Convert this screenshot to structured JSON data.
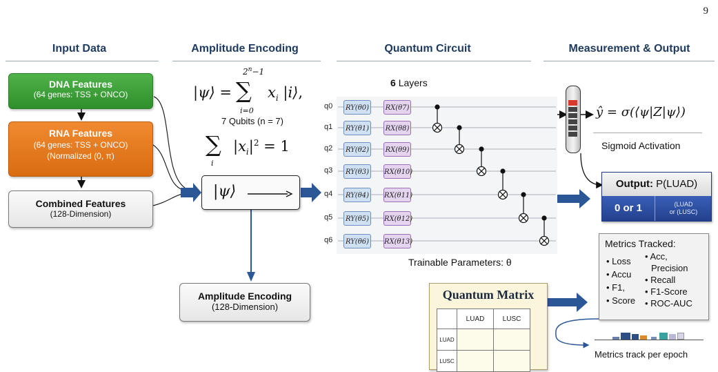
{
  "page_number": "9",
  "sections": {
    "input": "Input Data",
    "encoding": "Amplitude Encoding",
    "circuit": "Quantum Circuit",
    "measurement": "Measurement & Output"
  },
  "inputs": {
    "dna": {
      "title": "DNA Features",
      "sub": "(64 genes: TSS + ONCO)"
    },
    "rna": {
      "title": "RNA Features",
      "sub": "(64 genes: TSS + ONCO)",
      "sub2": "(Normalized (0, π)"
    },
    "combined": {
      "title": "Combined Features",
      "sub": "(128-Dimension)"
    }
  },
  "encoding": {
    "qubits_label": "7 Qubits (n = 7)",
    "state_label": "|ψ⟩",
    "output_box": {
      "title": "Amplitude Encoding",
      "sub": "(128-Dimension)"
    }
  },
  "circuit": {
    "layers_count": "6",
    "layers_word": "Layers",
    "qubits": [
      "q0",
      "q1",
      "q2",
      "q3",
      "q4",
      "q5",
      "q6"
    ],
    "ry_gates": [
      "RY(θ0)",
      "RY(θ1)",
      "RY(θ2)",
      "RY(θ3)",
      "RY(θ4)",
      "RY(θ5)",
      "RY(θ6)"
    ],
    "rx_gates": [
      "RX(θ7)",
      "RX(θ8)",
      "RX(θ9)",
      "RX(θ10)",
      "RX(θ11)",
      "RX(θ12)",
      "RX(θ13)"
    ],
    "trainable_label": "Trainable Parameters: θ"
  },
  "measurement": {
    "formula": "ŷ = σ(⟨ψ|Z|ψ⟩)",
    "activation": "Sigmoid Activation",
    "output_label": "Output:",
    "output_value": "P(LUAD)",
    "binary": "0 or 1",
    "classes_line1": "(LUAD",
    "classes_line2": "or (LUSC)"
  },
  "metrics": {
    "title": "Metrics Tracked:",
    "left": [
      "• Loss",
      "• Accu",
      "• F1,",
      "• Score"
    ],
    "right": [
      "• Acc,",
      "Precision",
      "• Recall",
      "• F1-Score",
      "• ROC-AUC"
    ],
    "per_epoch": "Metrics track per epoch"
  },
  "matrix": {
    "title": "Quantum Matrix",
    "cols": [
      "LUAD",
      "LUSC"
    ],
    "rows": [
      "LUAD",
      "LUSC"
    ]
  },
  "colors": {
    "arrow": "#2b5797",
    "dna": "#3aa136",
    "rna": "#e57b20",
    "output_bar": "#2d4fa8"
  }
}
